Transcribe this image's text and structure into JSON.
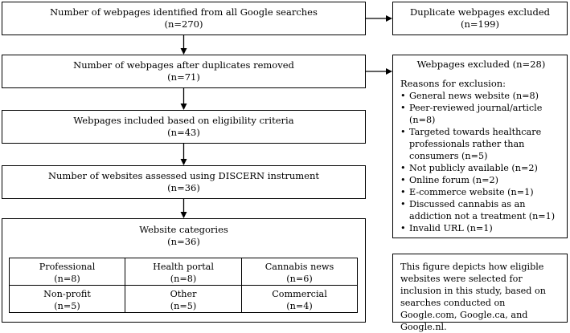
{
  "boxes": {
    "identified": {
      "text": "Number of webpages identified from all Google searches",
      "count": "(n=270)"
    },
    "after_duplicates": {
      "text": "Number of webpages after duplicates removed",
      "count": "(n=71)"
    },
    "included": {
      "text": "Webpages included based on eligibility criteria",
      "count": "(n=43)"
    },
    "assessed": {
      "text": "Number of websites assessed using DISCERN instrument",
      "count": "(n=36)"
    },
    "categories": {
      "text": "Website categories",
      "count": "(n=36)"
    }
  },
  "duplicates": {
    "text": "Duplicate webpages excluded",
    "count": "(n=199)"
  },
  "excluded": {
    "title": "Webpages excluded (n=28)",
    "reasons_heading": "Reasons for exclusion:",
    "reasons": [
      "General news website (n=8)",
      "Peer-reviewed journal/article (n=8)",
      "Targeted towards healthcare professionals rather than consumers (n=5)",
      "Not publicly available (n=2)",
      "Online forum (n=2)",
      "E-commerce website (n=1)",
      "Discussed cannabis as an addiction not a treatment  (n=1)",
      "Invalid URL (n=1)"
    ],
    "bullet": "•"
  },
  "categories": [
    {
      "label": "Professional",
      "count": "(n=8)"
    },
    {
      "label": "Health portal",
      "count": "(n=8)"
    },
    {
      "label": "Cannabis news",
      "count": "(n=6)"
    },
    {
      "label": "Non-profit",
      "count": "(n=5)"
    },
    {
      "label": "Other",
      "count": "(n=5)"
    },
    {
      "label": "Commercial",
      "count": "(n=4)"
    }
  ],
  "note": "This figure depicts how eligible websites were selected for inclusion in this study, based on searches conducted on Google.com, Google.ca, and Google.nl."
}
